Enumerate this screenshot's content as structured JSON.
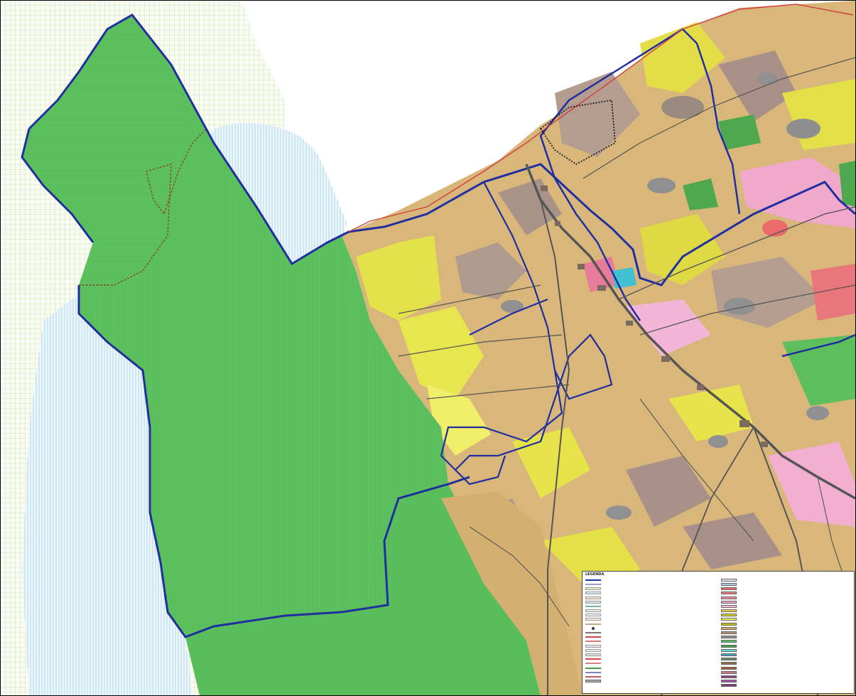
{
  "legend": {
    "title": "LEGENDA",
    "left_items": [
      {
        "symbol": "line",
        "color": "#2233aa",
        "label": ""
      },
      {
        "symbol": "line",
        "color": "#9aa0c8",
        "label": ""
      },
      {
        "symbol": "hatch",
        "color": "#c9d98a",
        "label": ""
      },
      {
        "symbol": "hatch",
        "color": "#a9d4e6",
        "label": ""
      },
      {
        "symbol": "hatch",
        "color": "#e0d0a0",
        "label": ""
      },
      {
        "symbol": "hatch",
        "color": "#b8c8e6",
        "label": ""
      },
      {
        "symbol": "line",
        "color": "#7fb0a0",
        "label": ""
      },
      {
        "symbol": "hatch",
        "color": "#cfe6b8",
        "label": ""
      },
      {
        "symbol": "hatch",
        "color": "#d8e8f0",
        "label": ""
      },
      {
        "symbol": "hatch",
        "color": "#e8e0c8",
        "label": ""
      },
      {
        "symbol": "line",
        "color": "#ccaa88",
        "label": ""
      },
      {
        "symbol": "point",
        "color": "#333333",
        "label": ""
      },
      {
        "symbol": "line",
        "color": "#777777",
        "label": ""
      },
      {
        "symbol": "line",
        "color": "#cc4444",
        "label": ""
      },
      {
        "symbol": "line",
        "color": "#dd7777",
        "label": ""
      },
      {
        "symbol": "hatch",
        "color": "#e8c8c8",
        "label": ""
      },
      {
        "symbol": "hatch",
        "color": "#d0d8e8",
        "label": ""
      },
      {
        "symbol": "hatch",
        "color": "#c0c0c0",
        "label": ""
      },
      {
        "symbol": "line",
        "color": "#e04040",
        "label": ""
      },
      {
        "symbol": "line",
        "color": "#e08080",
        "label": ""
      },
      {
        "symbol": "line",
        "color": "#40a040",
        "label": ""
      },
      {
        "symbol": "line",
        "color": "#8080c0",
        "label": ""
      },
      {
        "symbol": "line",
        "color": "#c06060",
        "label": ""
      },
      {
        "symbol": "box",
        "color": "#aaaaaa",
        "label": ""
      }
    ],
    "right_items": [
      {
        "symbol": "box",
        "color": "#e8e0f0",
        "label": ""
      },
      {
        "symbol": "box",
        "color": "#a8c8e0",
        "label": ""
      },
      {
        "symbol": "box",
        "color": "#e86a6a",
        "label": ""
      },
      {
        "symbol": "box",
        "color": "#e87a7a",
        "label": ""
      },
      {
        "symbol": "box",
        "color": "#f08a9a",
        "label": ""
      },
      {
        "symbol": "box",
        "color": "#f0a0c0",
        "label": ""
      },
      {
        "symbol": "box",
        "color": "#f4b8d8",
        "label": ""
      },
      {
        "symbol": "box",
        "color": "#e8d040",
        "label": ""
      },
      {
        "symbol": "box",
        "color": "#d8d020",
        "label": ""
      },
      {
        "symbol": "box",
        "color": "#f0f060",
        "label": ""
      },
      {
        "symbol": "box",
        "color": "#c8c000",
        "label": ""
      },
      {
        "symbol": "box",
        "color": "#d0a870",
        "label": ""
      },
      {
        "symbol": "box",
        "color": "#b89070",
        "label": ""
      },
      {
        "symbol": "box",
        "color": "#909090",
        "label": ""
      },
      {
        "symbol": "box",
        "color": "#60c060",
        "label": ""
      },
      {
        "symbol": "box",
        "color": "#40a040",
        "label": ""
      },
      {
        "symbol": "box",
        "color": "#60d8d8",
        "label": ""
      },
      {
        "symbol": "box",
        "color": "#4aa0c0",
        "label": ""
      },
      {
        "symbol": "box",
        "color": "#6a8a6a",
        "label": ""
      },
      {
        "symbol": "box",
        "color": "#8a6a4a",
        "label": ""
      },
      {
        "symbol": "box",
        "color": "#a06040",
        "label": ""
      },
      {
        "symbol": "box",
        "color": "#c08080",
        "label": ""
      },
      {
        "symbol": "box",
        "color": "#8a4a8a",
        "label": ""
      },
      {
        "symbol": "box",
        "color": "#b050b0",
        "label": ""
      },
      {
        "symbol": "box",
        "color": "#7a3a7a",
        "label": ""
      }
    ]
  },
  "colors": {
    "forest": "#5cbf5c",
    "boundary": "#1f2fa0",
    "arable": "#e6e34a",
    "grassland": "#d2a86e",
    "builtup": "#a89088",
    "orchard": "#f0a6c8",
    "road": "#555555",
    "water_hatch": "#9fd0e8",
    "grid_hatch": "#cde7b0"
  }
}
